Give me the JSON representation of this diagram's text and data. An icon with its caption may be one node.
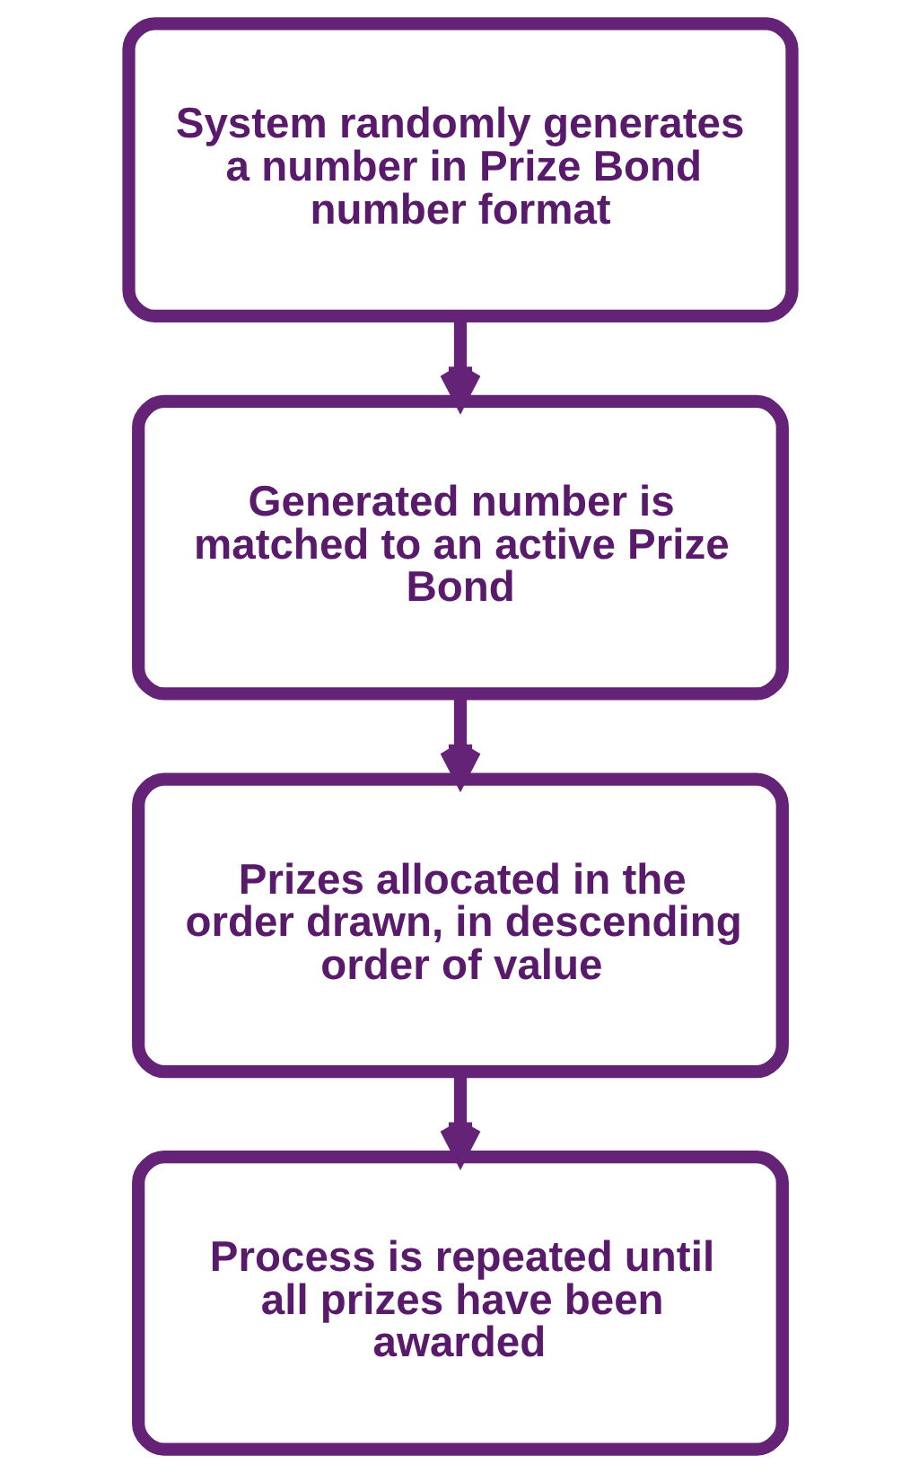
{
  "diagram": {
    "nodes": [
      {
        "text": [
          "System randomly generates a number in Prize Bond number format"
        ]
      },
      {
        "text": [
          "Generated number is matched to an active Prize Bond"
        ]
      },
      {
        "text": [
          "Prizes allocated in the order drawn, in descending order of value"
        ]
      },
      {
        "text": [
          "Process is repeated until all prizes have been awarded"
        ]
      }
    ],
    "edges": [
      {
        "from": 0,
        "to": 1,
        "arrow": "to"
      },
      {
        "from": 1,
        "to": 2,
        "arrow": "to"
      },
      {
        "from": 2,
        "to": 3,
        "arrow": "to"
      }
    ]
  }
}
